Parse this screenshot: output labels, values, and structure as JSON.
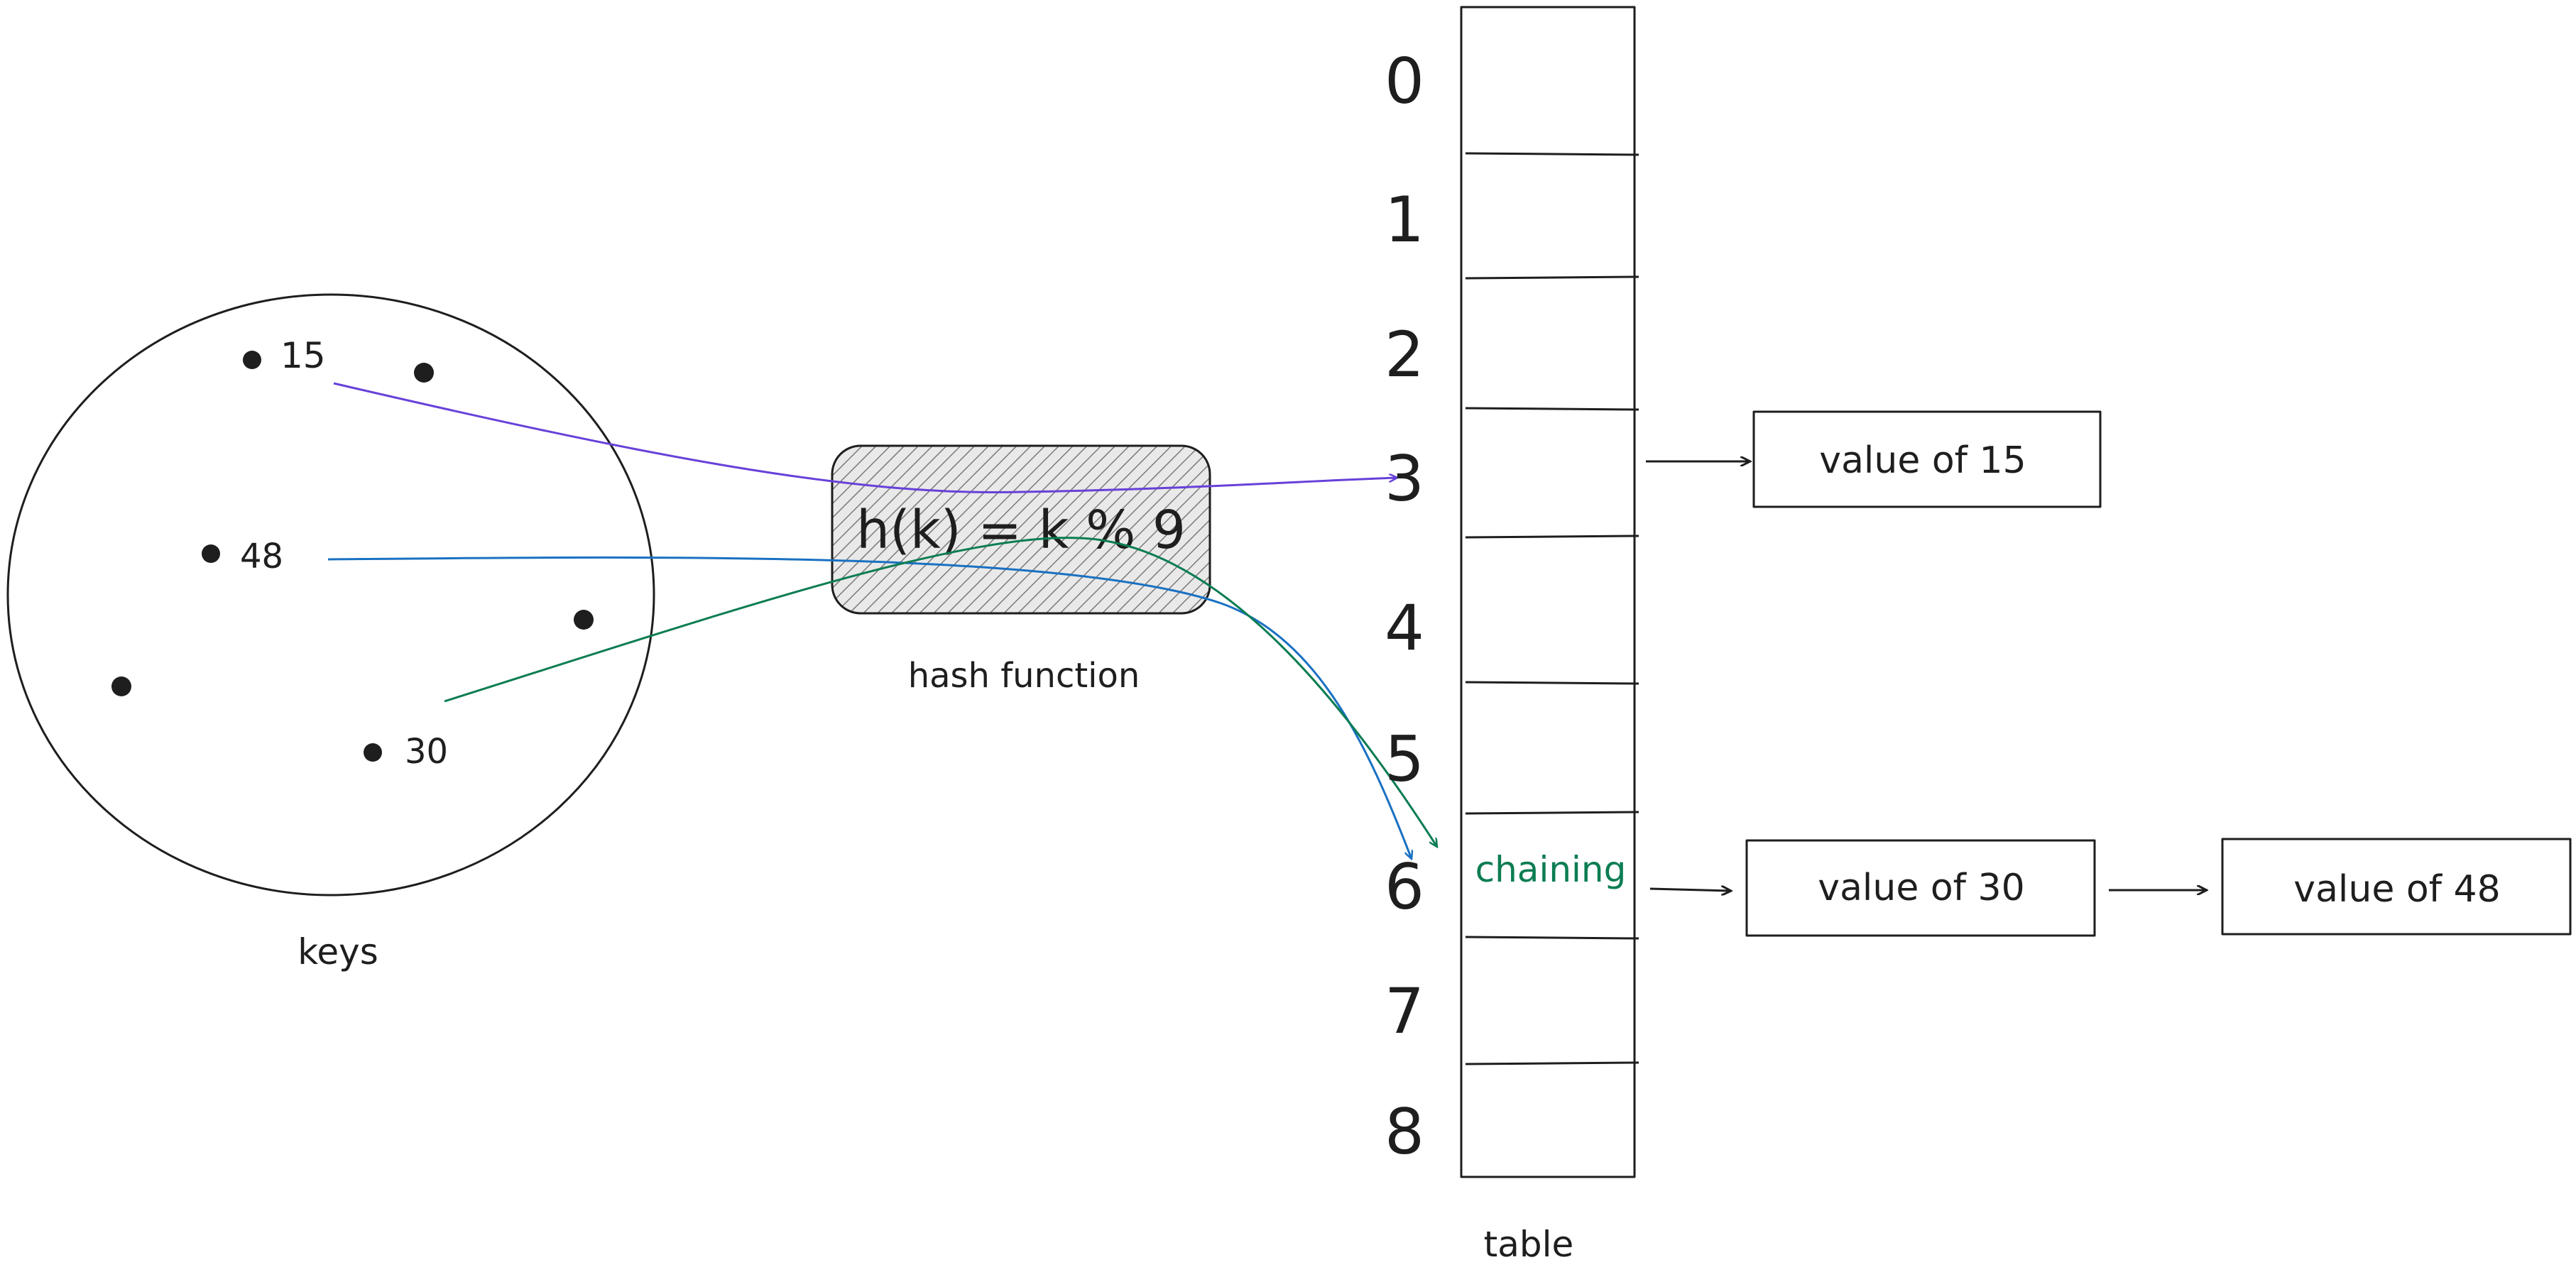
{
  "keys": {
    "label": "keys",
    "labeled": [
      {
        "label": "15"
      },
      {
        "label": "48"
      },
      {
        "label": "30"
      }
    ]
  },
  "hash_function": {
    "formula": "h(k) = k % 9",
    "label": "hash function"
  },
  "table": {
    "label": "table",
    "indices": [
      "0",
      "1",
      "2",
      "3",
      "4",
      "5",
      "6",
      "7",
      "8"
    ],
    "chaining_label": "chaining"
  },
  "values": {
    "v15": "value of 15",
    "v30": "value of 30",
    "v48": "value of 48"
  },
  "colors": {
    "ink": "#1e1e1e",
    "arrow_15": "#6741d9",
    "arrow_48": "#1971c2",
    "arrow_30": "#0c7d52",
    "chaining": "#0c7d52",
    "hash_fill": "#bdbdbd"
  }
}
